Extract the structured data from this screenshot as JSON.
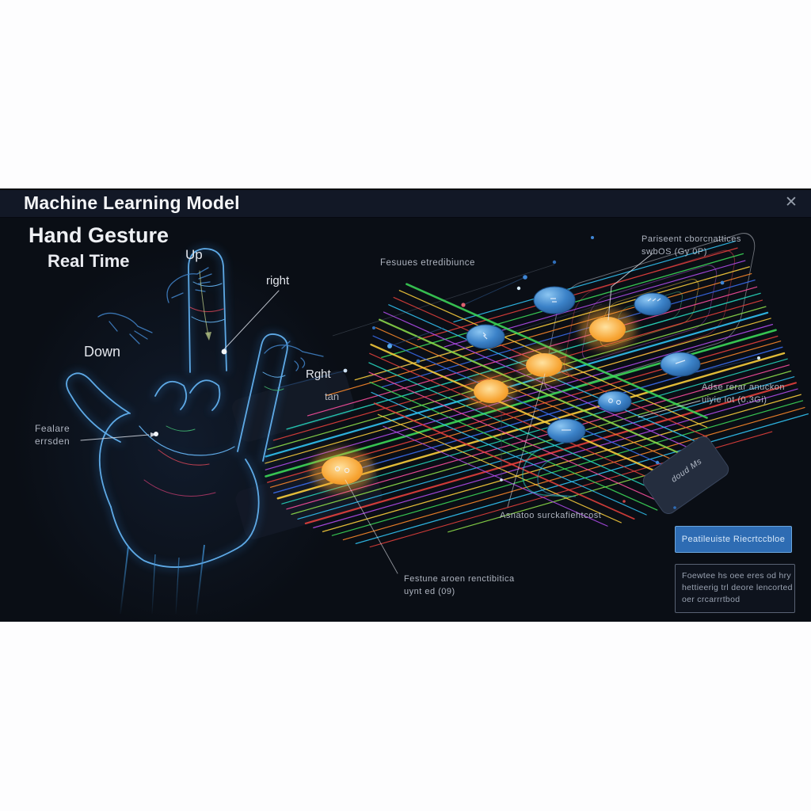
{
  "window": {
    "title": "Machine Learning Model",
    "close_glyph": "✕"
  },
  "header": {
    "subtitle1": "Hand Gesture",
    "subtitle2": "Real Time"
  },
  "gesture_labels": {
    "up": "Up",
    "right": "right",
    "down": "Down",
    "right2": "Rght",
    "right2_sub": "tan"
  },
  "annotations": {
    "feature_left": [
      "Fealare",
      "errsden"
    ],
    "features_mid": "Fesuues etredibiunce",
    "params_top": [
      "Pariseent cborcnattices",
      "swbOS (Gy 0P)"
    ],
    "angle_right": [
      "Adse rerar anuckon",
      "uiyie lot (0.3Gi)"
    ],
    "activation_mid": "Asnatoo surckafiehtcost",
    "feature_bottom": [
      "Festune aroen renctibitica",
      "uynt ed (09)"
    ]
  },
  "plate": {
    "label": "doud Ms"
  },
  "actions": {
    "primary_button": "Peatileuiste Riecrtccbloe"
  },
  "info_box": {
    "lines": [
      "Foewtee hs oee eres od hry",
      "hettieerig trl deore lencorted",
      "oer crcarrrtbod"
    ]
  },
  "colors": {
    "panel_bg": "#0a0e15",
    "titlebar_bg": "#121826",
    "button_bg": "#2e6cb3",
    "node_blue": "#3b82c8",
    "node_orange": "#f7a432",
    "hand_stroke": "#63b1ef"
  }
}
